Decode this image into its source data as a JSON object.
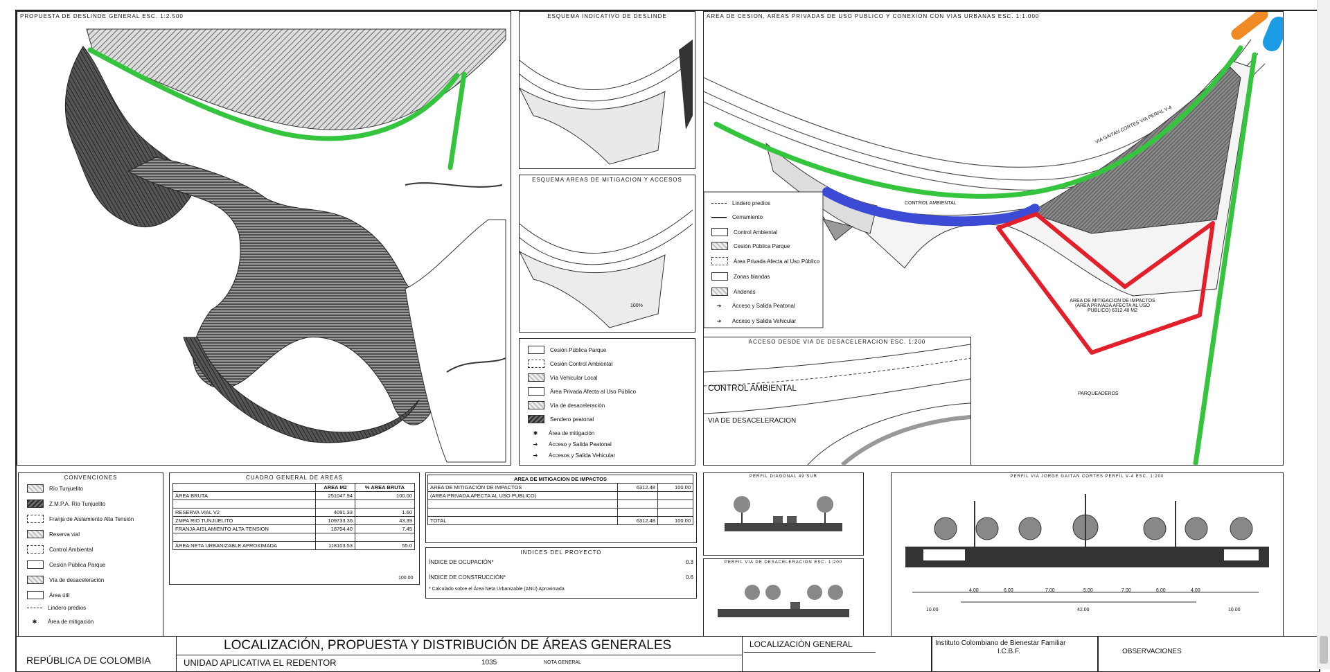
{
  "panels": {
    "general": "PROPUESTA DE DESLINDE GENERAL  ESC. 1:2.500",
    "esquema_deslinde": "ESQUEMA INDICATIVO DE DESLINDE",
    "esquema_mitigacion": "ESQUEMA AREAS DE MITIGACION Y ACCESOS",
    "area_cesion": "AREA DE CESION, AREAS PRIVADAS DE USO PUBLICO Y CONEXION CON VIAS URBANAS  ESC. 1:1.000",
    "acceso": "ACCESO DESDE VIA DE DESACELERACION  ESC. 1:200",
    "convenciones": "CONVENCIONES",
    "cuadro": "CUADRO GENERAL DE AREAS",
    "mitigacion_tabla": "AREA DE MITIGACION DE IMPACTOS",
    "indices": "INDICES DEL PROYECTO",
    "perfil1": "PERFIL VIA JORGE GAITAN CORTES PERFIL V-4  ESC. 1:200",
    "perfil2": "PERFIL DIAGONAL 49 SUR",
    "perfil3": "PERFIL VIA DE DESACELERACION  ESC. 1:200"
  },
  "map_labels": {
    "via_top": "VIA GAITAN CORTES VIA PERFIL V-4",
    "control": "CONTROL AMBIENTAL",
    "mitigacion": "AREA DE MITIGACION DE IMPACTOS (AREA PRIVADA AFECTA AL USO PUBLICO) 6312.48 M2",
    "parque": "PARQUEADEROS",
    "pct": "100%"
  },
  "acceso_labels": {
    "control": "CONTROL AMBIENTAL",
    "via": "VIA DE DESACELERACION"
  },
  "legend_right": [
    "Lindero predios",
    "Cerramiento",
    "Control Ambiental",
    "Cesión Pública Parque",
    "Área Privada Afecta al Uso Público",
    "Zonas blandas",
    "Andenes",
    "Acceso y Salida Peatonal",
    "Acceso y Salida Vehicular"
  ],
  "legend_mid": [
    "Cesión Pública Parque",
    "Cesión Control Ambiental",
    "Vía Vehicular Local",
    "Área Privada Afecta al Uso Público",
    "Vía de desaceleración",
    "Sendero peatonal",
    "Área de mitigación",
    "Acceso y Salida Peatonal",
    "Accesos y Salida Vehicular"
  ],
  "convenciones": [
    "Río Tunjuelito",
    "Z.M.P.A. Río Tunjuelito",
    "Franja de Aislamiento Alta Tensión",
    "Reserva vial",
    "Control Ambiental",
    "Cesión Pública Parque",
    "Vía de desaceleración",
    "Área útil",
    "Lindero predios",
    "Área de mitigación"
  ],
  "cuadro": {
    "headers": [
      "",
      "AREA M2",
      "% AREA BRUTA"
    ],
    "rows": [
      [
        "ÁREA BRUTA",
        "251047.94",
        "100.00"
      ],
      [
        "RESERVA VIAL V2",
        "4091.33",
        "1.60"
      ],
      [
        "ZMPA RIO TUNJUELITO",
        "109733.36",
        "43.39"
      ],
      [
        "FRANJA AISLAMIENTO ALTA TENSION",
        "18704.40",
        "7.45"
      ],
      [
        "ÁREA NETA URBANIZABLE APROXIMADA",
        "118103.53",
        "55.0"
      ]
    ],
    "total": "100.00"
  },
  "mitigacion": {
    "header": "AREA DE MITIGACION DE IMPACTOS",
    "r1": "AREA DE MITIGACIÓN DE IMPACTOS",
    "r2": "(AREA PRIVADA AFECTA AL USO PUBLICO)",
    "v1": "6312.48",
    "v2": "100.00",
    "total_label": "TOTAL",
    "total_v": "6312.48",
    "total_p": "100.00"
  },
  "indices": {
    "ocupacion": "ÍNDICE DE OCUPACIÓN*",
    "ocupacion_v": "0.3",
    "construccion": "ÍNDICE DE CONSTRUCCIÓN*",
    "construccion_v": "0.6",
    "nota": "* Calculado sobre el Área Neta Urbanizable (ANU) Aproximada"
  },
  "profile_dims": [
    "4.00",
    "6.00",
    "7.00",
    "5.00",
    "7.00",
    "6.00",
    "4.00",
    "10.00",
    "42.00",
    "10.00"
  ],
  "title_block": {
    "pais": "REPÚBLICA DE COLOMBIA",
    "titulo": "LOCALIZACIÓN, PROPUESTA Y DISTRIBUCIÓN DE ÁREAS GENERALES",
    "unidad": "UNIDAD APLICATIVA EL REDENTOR",
    "numero": "1035",
    "localizacion": "LOCALIZACIÓN GENERAL",
    "instituto": "Instituto Colombiano de Bienestar Familiar",
    "icbf": "I.C.B.F.",
    "observaciones": "OBSERVACIONES",
    "nota": "NOTA GENERAL"
  },
  "colors": {
    "green": "#35c43d",
    "blue": "#3b4bd6",
    "red": "#e2202b",
    "orange": "#f08a24",
    "cyan": "#1c9be6"
  }
}
